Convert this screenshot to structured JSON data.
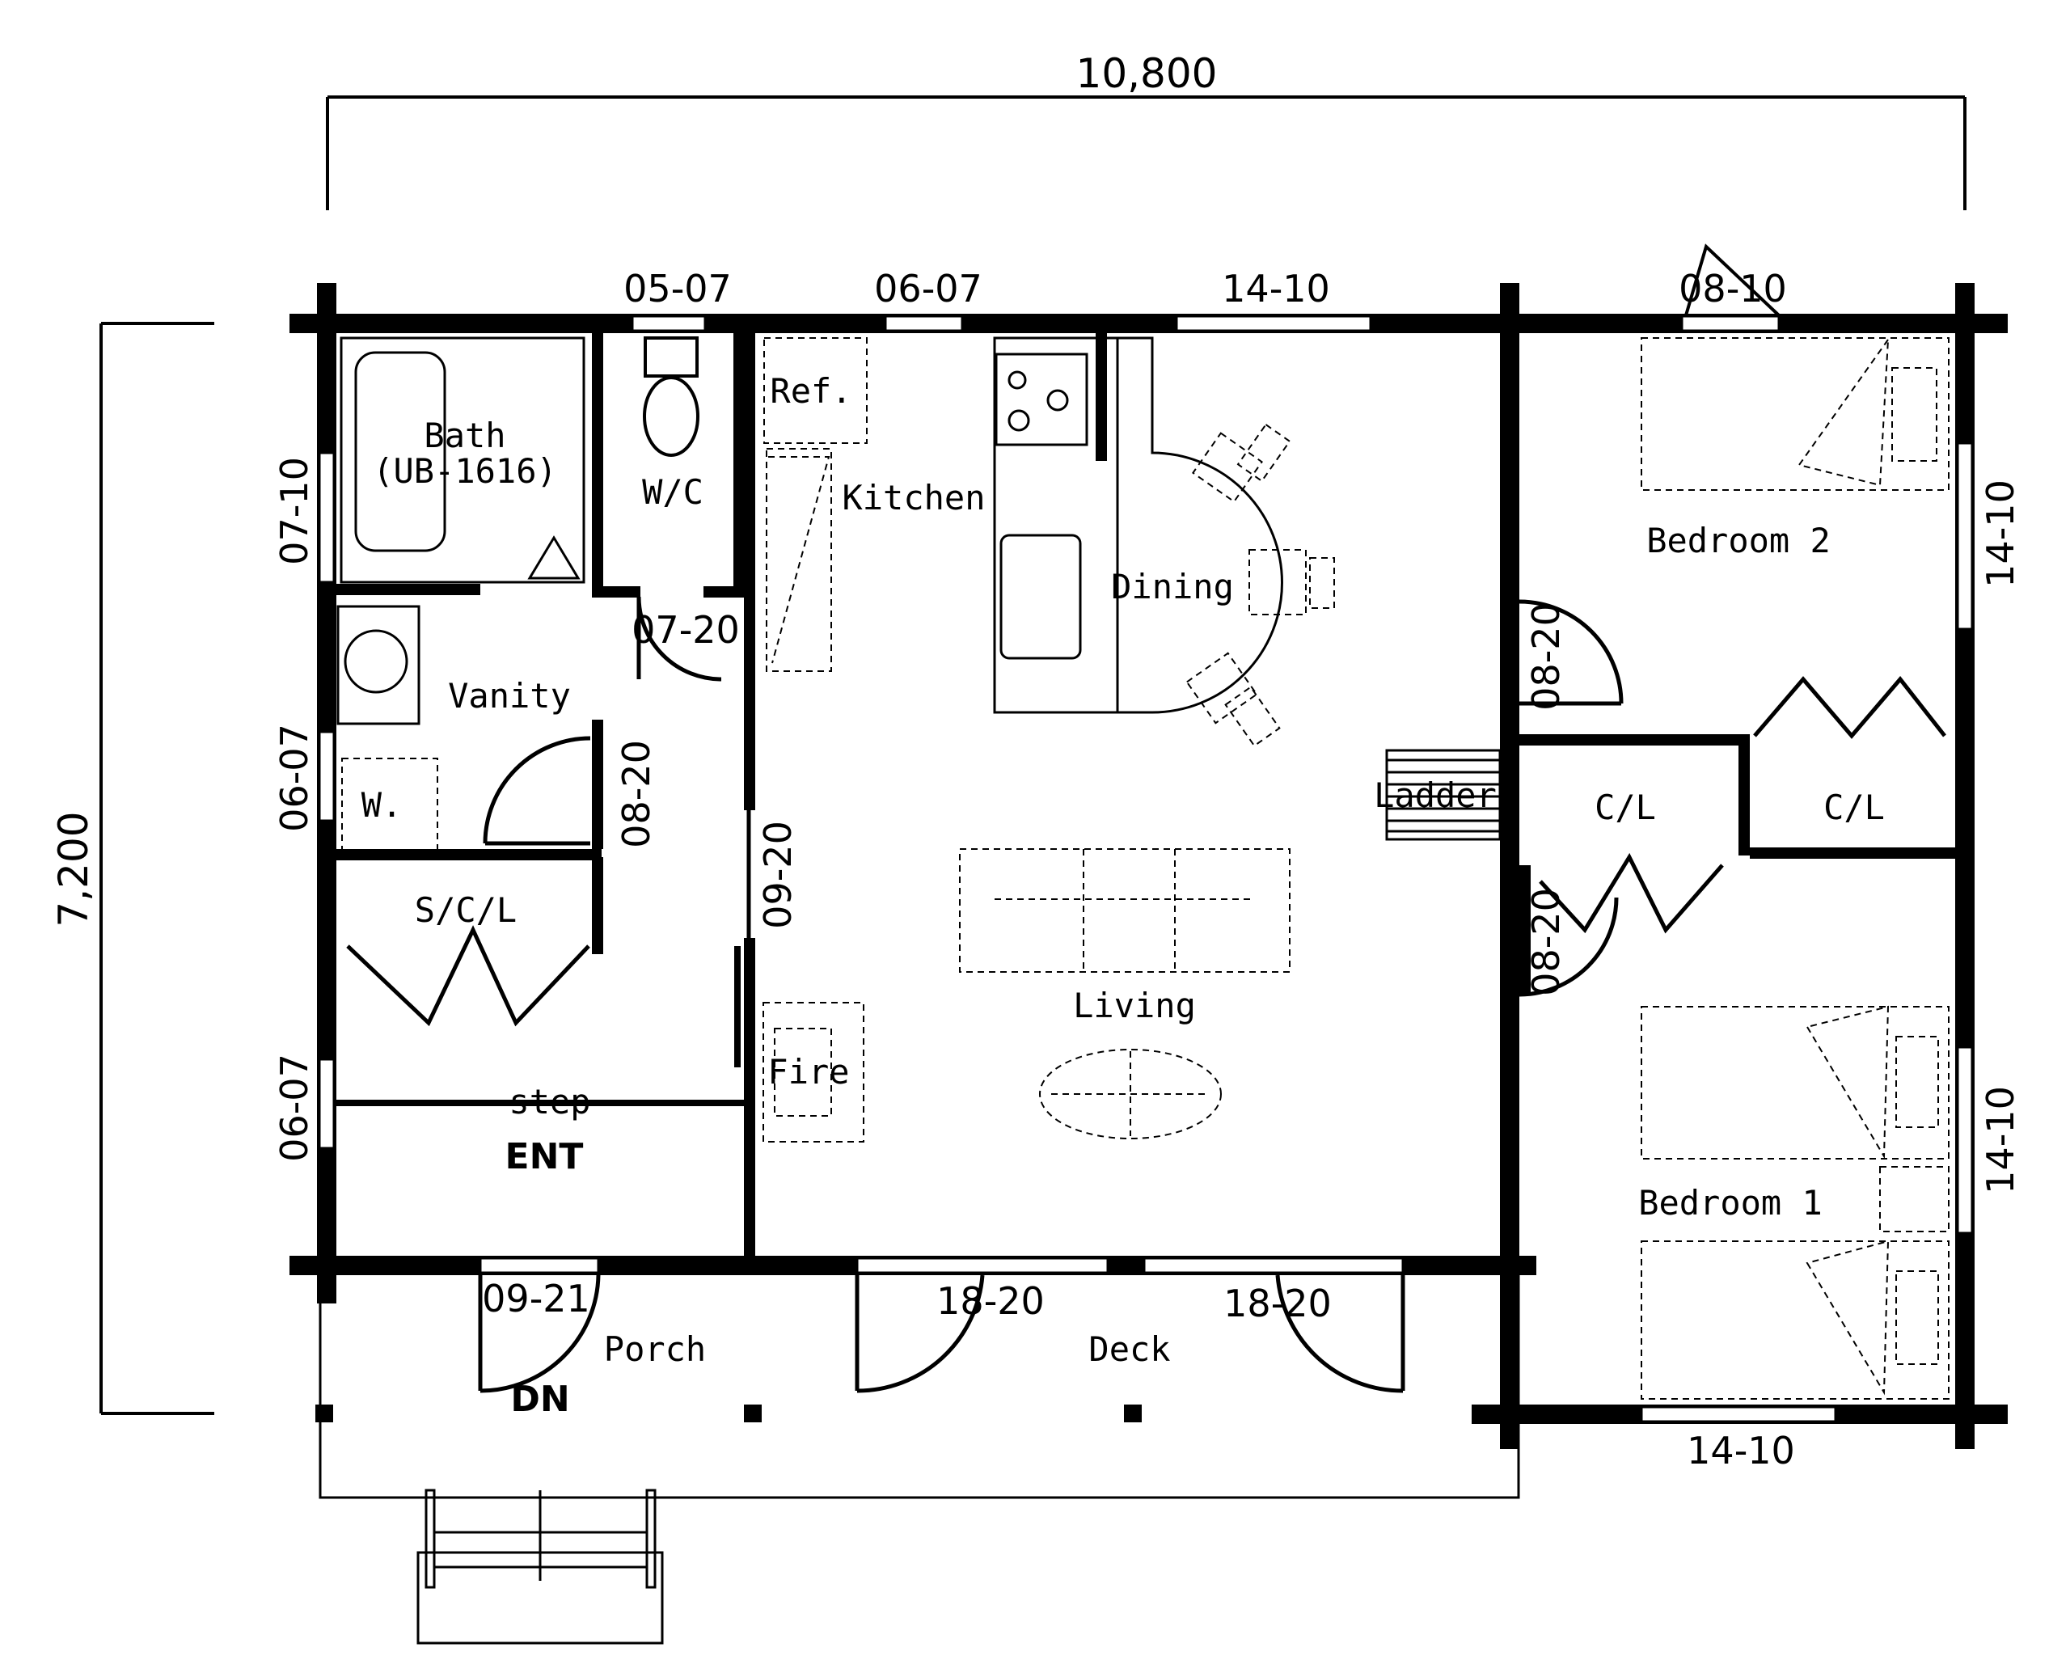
{
  "dimensions": {
    "width": "10,800",
    "height": "7,200"
  },
  "rooms": {
    "bath": "Bath",
    "bath_unit": "(UB-1616)",
    "wc": "W/C",
    "ref": "Ref.",
    "kitchen": "Kitchen",
    "dining": "Dining",
    "vanity": "Vanity",
    "washer": "W.",
    "scl": "S/C/L",
    "step": "step",
    "ent": "ENT",
    "fire": "Fire",
    "living": "Living",
    "ladder": "Ladder",
    "cl_left": "C/L",
    "cl_right": "C/L",
    "bedroom2": "Bedroom 2",
    "bedroom1": "Bedroom 1",
    "porch": "Porch",
    "deck": "Deck",
    "dn": "DN"
  },
  "openings": {
    "w_top_wc": "05-07",
    "w_top_ref": "06-07",
    "w_top_dining": "14-10",
    "w_top_bed2": "08-10",
    "w_left_bath": "07-10",
    "w_left_vanity": "06-07",
    "w_left_ent": "06-07",
    "w_right_bed2": "14-10",
    "w_right_bed1": "14-10",
    "w_bottom_bed1": "14-10",
    "d_wc": "07-20",
    "d_vanity": "08-20",
    "d_ent_living": "09-20",
    "d_bed2": "08-20",
    "d_bed1": "08-20",
    "d_entry": "09-21",
    "d_deck_left": "18-20",
    "d_deck_right": "18-20"
  }
}
